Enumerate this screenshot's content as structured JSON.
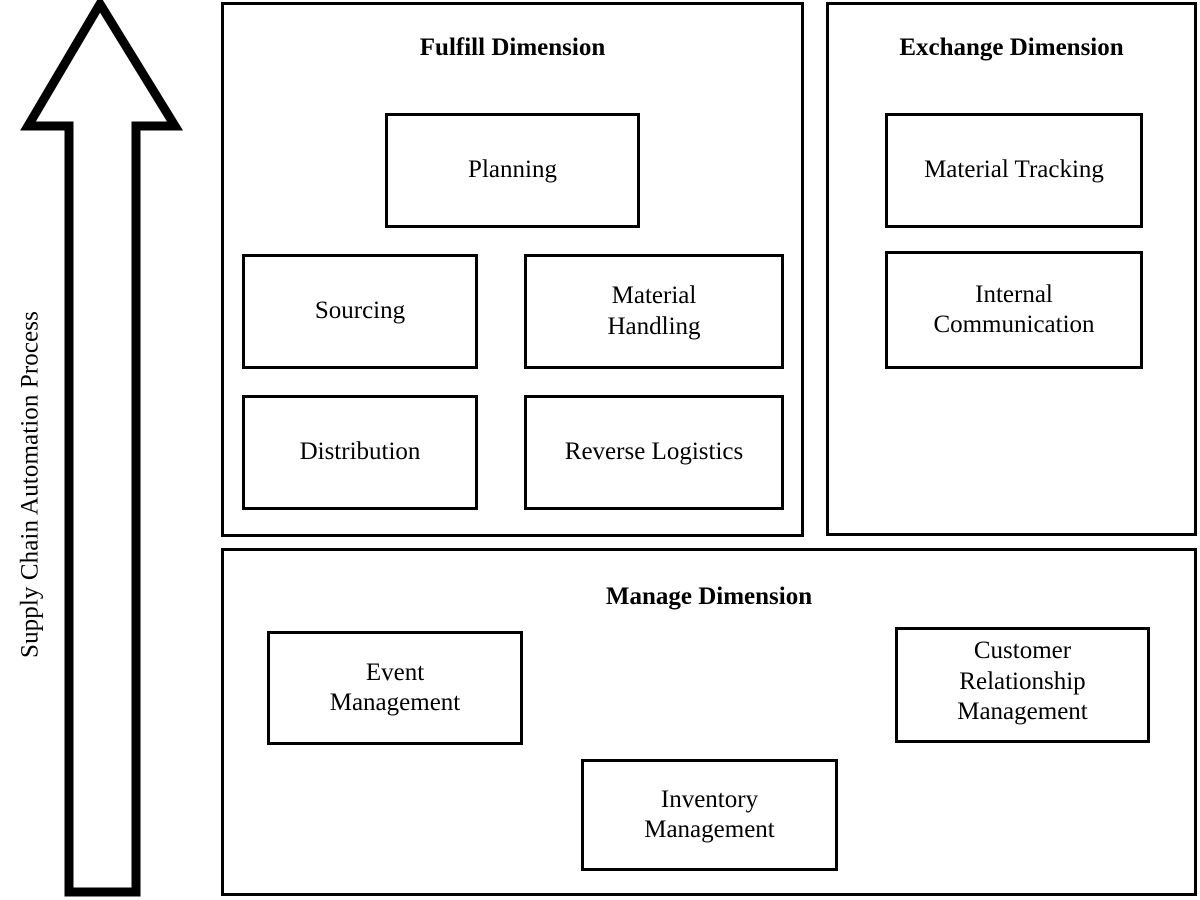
{
  "axis": {
    "label": "Supply Chain Automation Process",
    "arrow_icon": "up-arrow-icon",
    "direction": "up"
  },
  "colors": {
    "background": "#ffffff",
    "stroke": "#000000",
    "text": "#000000"
  },
  "panels": {
    "fulfill": {
      "title": "Fulfill Dimension",
      "nodes": {
        "planning": "Planning",
        "sourcing": "Sourcing",
        "material_handling_line1": "Material",
        "material_handling_line2": "Handling",
        "distribution": "Distribution",
        "reverse_logistics": "Reverse Logistics"
      }
    },
    "exchange": {
      "title": "Exchange Dimension",
      "nodes": {
        "material_tracking": "Material Tracking",
        "internal_communication_line1": "Internal",
        "internal_communication_line2": "Communication"
      }
    },
    "manage": {
      "title": "Manage Dimension",
      "nodes": {
        "event_management_line1": "Event",
        "event_management_line2": "Management",
        "inventory_management_line1": "Inventory",
        "inventory_management_line2": "Management",
        "crm_line1": "Customer",
        "crm_line2": "Relationship",
        "crm_line3": "Management"
      }
    }
  }
}
